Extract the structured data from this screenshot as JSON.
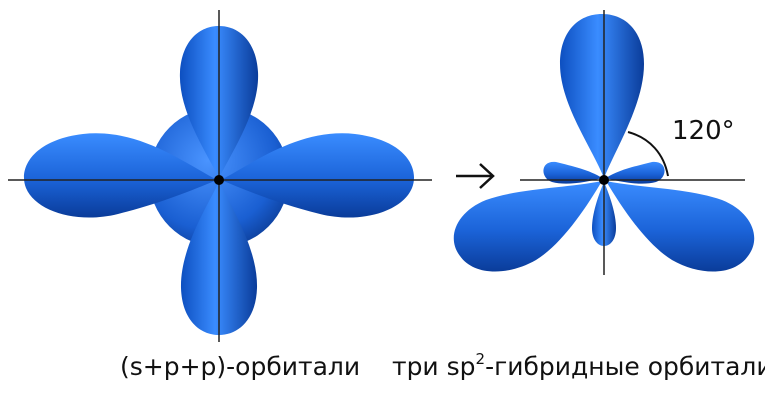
{
  "left_figure": {
    "caption": "(s+p+p)-орбитали"
  },
  "right_figure": {
    "caption_prefix": "три sp",
    "caption_superscript": "2",
    "caption_suffix": "-гибридные орбитали",
    "angle_label": "120°"
  },
  "colors": {
    "lobe_fill": "#1f6fe6",
    "lobe_dark": "#0b3f9a",
    "lobe_light": "#7fb0ff",
    "axis": "#222222"
  }
}
